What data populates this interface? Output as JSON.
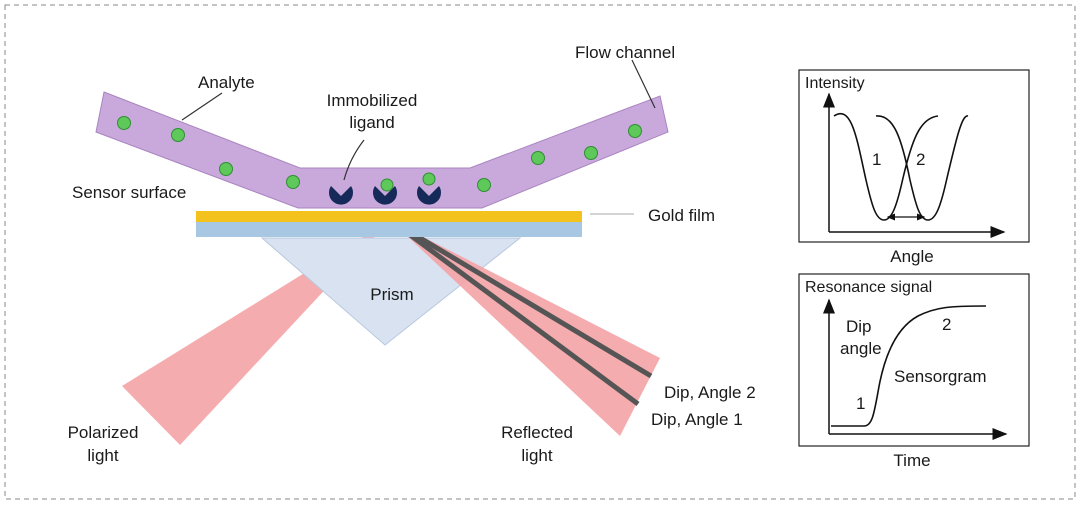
{
  "labels": {
    "flow_channel": "Flow channel",
    "analyte": "Analyte",
    "immobilized_line1": "Immobilized",
    "immobilized_line2": "ligand",
    "sensor_surface": "Sensor surface",
    "gold_film": "Gold film",
    "prism": "Prism",
    "polarized_line1": "Polarized",
    "polarized_line2": "light",
    "reflected_line1": "Reflected",
    "reflected_line2": "light",
    "dip_angle2": "Dip, Angle 2",
    "dip_angle1": "Dip, Angle 1"
  },
  "intensity_plot": {
    "ylabel": "Intensity",
    "xlabel": "Angle",
    "curve1_label": "1",
    "curve2_label": "2"
  },
  "resonance_plot": {
    "ylabel": "Resonance signal",
    "xlabel": "Time",
    "dip_line1": "Dip",
    "dip_line2": "angle",
    "curve_name": "Sensorgram",
    "point1": "1",
    "point2": "2"
  },
  "colors": {
    "channel": "#c9a9dc",
    "channel_stroke": "#a985c0",
    "analyte": "#5ec85a",
    "ligand": "#162a5a",
    "gold": "#f3c21c",
    "glass": "#a8c7e3",
    "prism": "#d8e2f1",
    "light": "#f4a3a6",
    "dip_line": "#555555"
  }
}
